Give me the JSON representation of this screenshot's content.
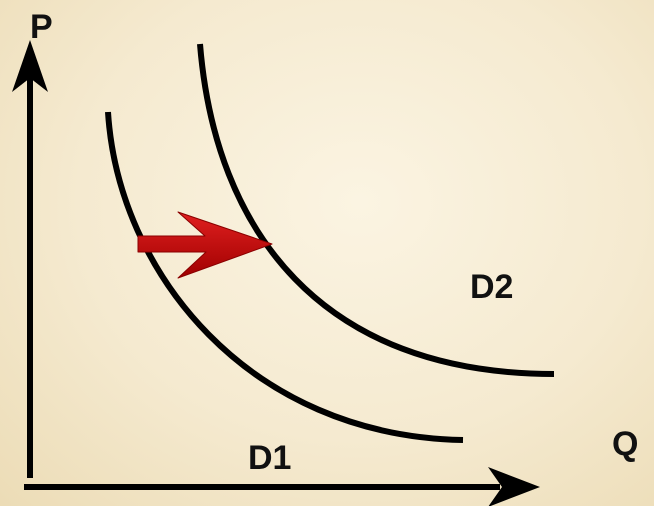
{
  "diagram": {
    "axes": {
      "y_label": "P",
      "x_label": "Q"
    },
    "curves": [
      {
        "id": "d1",
        "label": "D1"
      },
      {
        "id": "d2",
        "label": "D2"
      }
    ],
    "shift_arrow": {
      "direction": "right",
      "from": "D1",
      "to": "D2"
    },
    "colors": {
      "background": "#f7eed6",
      "line": "#000000",
      "arrow": "#c00000"
    }
  }
}
